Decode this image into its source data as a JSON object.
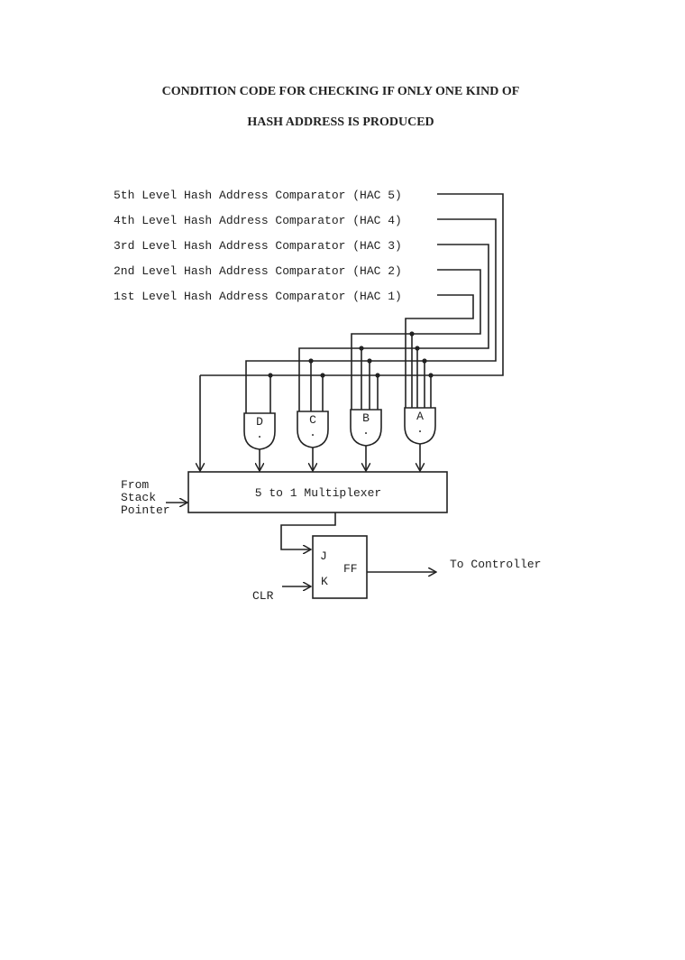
{
  "title": {
    "line1": "CONDITION CODE FOR CHECKING IF ONLY ONE KIND OF",
    "line2": "HASH ADDRESS IS PRODUCED"
  },
  "comparators": [
    "5th Level Hash Address Comparator (HAC 5)",
    "4th Level Hash Address Comparator (HAC 4)",
    "3rd Level Hash Address Comparator (HAC 3)",
    "2nd Level Hash Address Comparator (HAC 2)",
    "1st Level Hash Address Comparator (HAC 1)"
  ],
  "gates": [
    "D",
    "C",
    "B",
    "A"
  ],
  "gate_symbol": ".",
  "mux": {
    "label": "5 to 1 Multiplexer"
  },
  "stack_input": [
    "From",
    "Stack",
    "Pointer"
  ],
  "flipflop": {
    "j": "J",
    "k": "K",
    "label": "FF"
  },
  "clr": "CLR",
  "output": "To Controller"
}
